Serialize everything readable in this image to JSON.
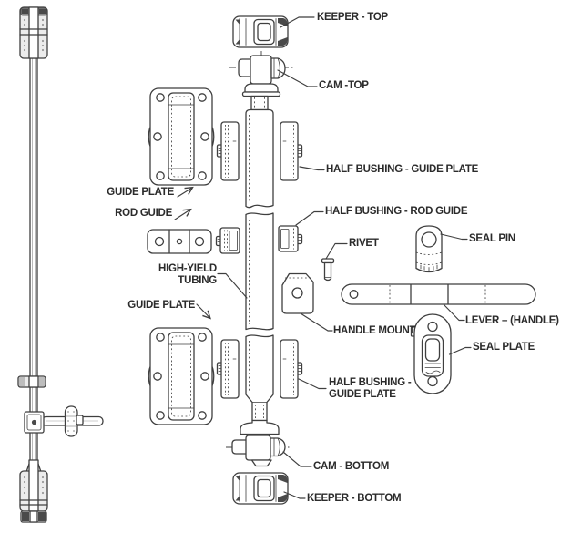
{
  "diagram": {
    "background_color": "#ffffff",
    "line_color": "#3f3f3f",
    "text_color": "#2b2b2b",
    "labels": {
      "keeper_top": "KEEPER - TOP",
      "cam_top": "CAM -TOP",
      "half_bushing_guide_plate_top": "HALF BUSHING - GUIDE PLATE",
      "guide_plate_top": "GUIDE PLATE",
      "rod_guide": "ROD GUIDE",
      "half_bushing_rod_guide": "HALF BUSHING - ROD GUIDE",
      "rivet": "RIVET",
      "seal_pin": "SEAL PIN",
      "high_yield_tubing": "HIGH-YIELD\nTUBING",
      "guide_plate_bottom": "GUIDE PLATE",
      "handle_mount": "HANDLE MOUNT",
      "lever_handle": "LEVER – (HANDLE)",
      "seal_plate": "SEAL PLATE",
      "half_bushing_guide_plate_bottom": "HALF BUSHING -\nGUIDE PLATE",
      "cam_bottom": "CAM - BOTTOM",
      "keeper_bottom": "KEEPER - BOTTOM"
    }
  }
}
